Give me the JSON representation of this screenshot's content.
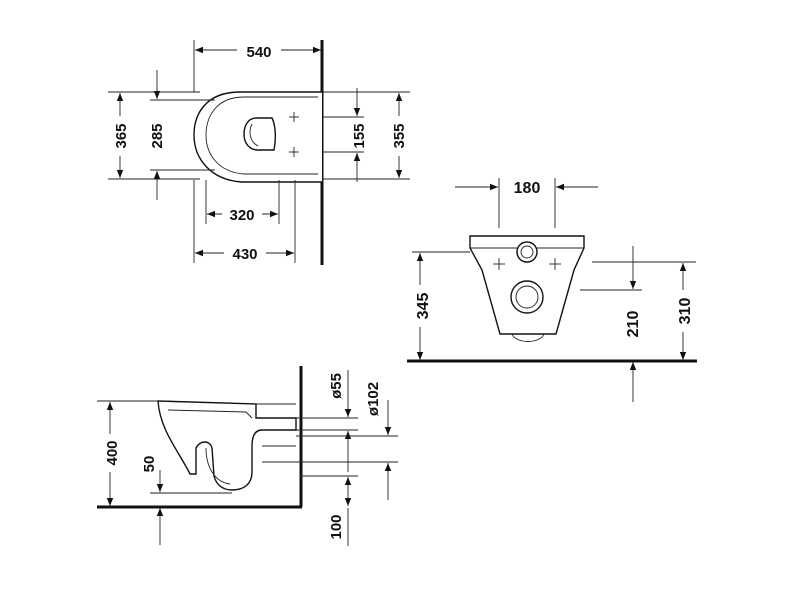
{
  "top_view": {
    "width": "540",
    "depth_outer": "365",
    "depth_inner": "285",
    "bolt_spacing": "155",
    "mount_height": "355",
    "seat_dist": "320",
    "rim_dist": "430"
  },
  "front_view": {
    "width": "180",
    "height": "345",
    "inlet_height": "210",
    "bolt_height": "310"
  },
  "side_view": {
    "height": "400",
    "outlet_height": "50",
    "inlet_diameter": "ø55",
    "outlet_diameter": "ø102",
    "offset": "100"
  },
  "colors": {
    "line": "#111111",
    "background": "#ffffff"
  }
}
